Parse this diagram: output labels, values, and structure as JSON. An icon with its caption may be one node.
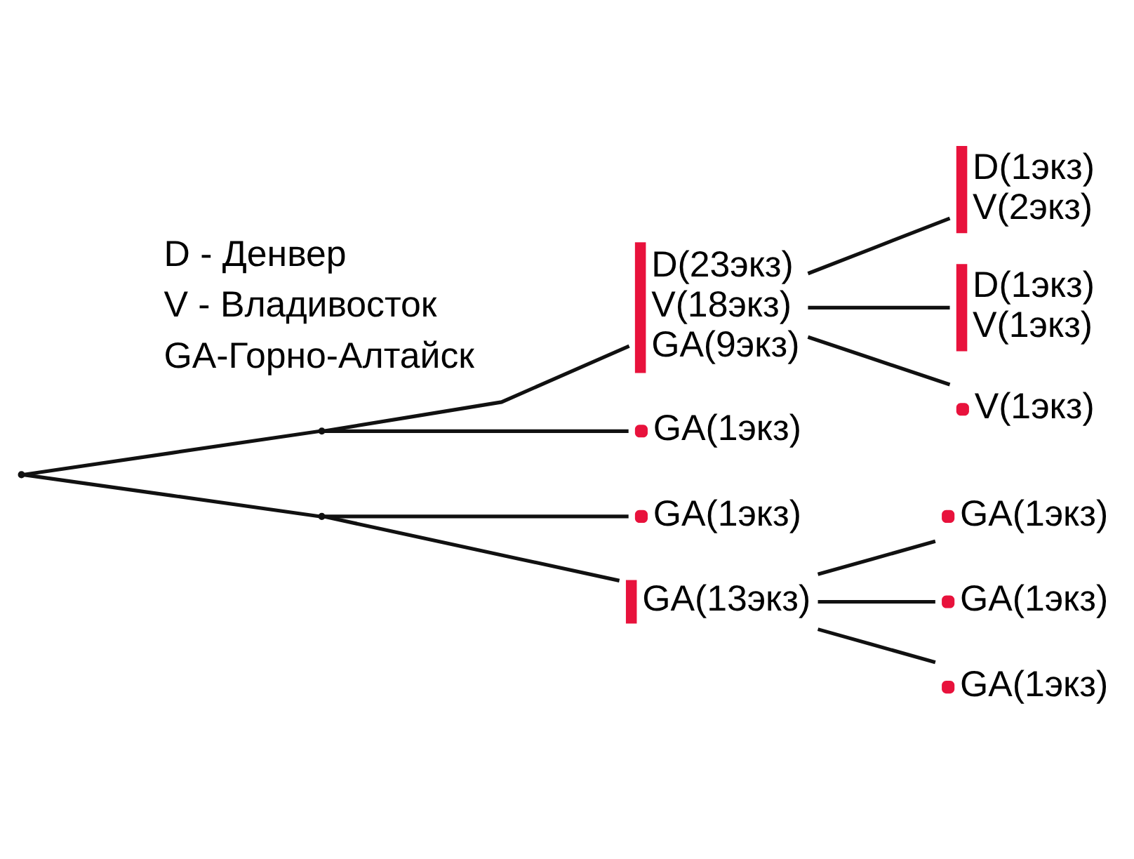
{
  "diagram": {
    "nodes": [
      {
        "text": [],
        "shape": "point"
      },
      {
        "text": [],
        "shape": "point"
      },
      {
        "text": [
          "D(23экз)",
          "V(18экз)",
          "GA(9экз)"
        ]
      },
      {
        "text": [
          "D(1экз)",
          "V(2экз)"
        ]
      },
      {
        "text": [
          "D(1экз)",
          "V(1экз)"
        ]
      },
      {
        "text": [
          "V(1экз)"
        ]
      },
      {
        "text": [
          "GA(1экз)"
        ]
      },
      {
        "text": [],
        "shape": "point"
      },
      {
        "text": [
          "GA(1экз)"
        ]
      },
      {
        "text": [
          "GA(13экз)"
        ]
      },
      {
        "text": [
          "GA(1экз)"
        ]
      },
      {
        "text": [
          "GA(1экз)"
        ]
      },
      {
        "text": [
          "GA(1экз)"
        ]
      }
    ],
    "edges": [
      {
        "from": 0,
        "to": 1,
        "arrow": "none"
      },
      {
        "from": 0,
        "to": 7,
        "arrow": "none"
      },
      {
        "from": 1,
        "to": 2,
        "arrow": "none"
      },
      {
        "from": 1,
        "to": 6,
        "arrow": "none"
      },
      {
        "from": 2,
        "to": 3,
        "arrow": "none"
      },
      {
        "from": 2,
        "to": 4,
        "arrow": "none"
      },
      {
        "from": 2,
        "to": 5,
        "arrow": "none"
      },
      {
        "from": 7,
        "to": 8,
        "arrow": "none"
      },
      {
        "from": 7,
        "to": 9,
        "arrow": "none"
      },
      {
        "from": 9,
        "to": 10,
        "arrow": "none"
      },
      {
        "from": 9,
        "to": 11,
        "arrow": "none"
      },
      {
        "from": 9,
        "to": 12,
        "arrow": "none"
      }
    ],
    "labels": [
      "D - Денвер",
      "V - Владивосток",
      "GA-Горно-Алтайск"
    ]
  }
}
